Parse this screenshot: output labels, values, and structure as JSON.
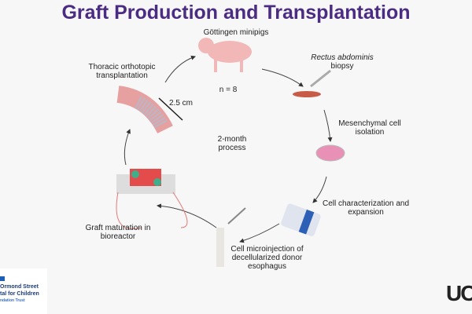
{
  "title": "Graft Production and Transplantation",
  "steps": {
    "pigs": "Göttingen minipigs",
    "n": "n = 8",
    "biopsy_italic": "Rectus abdominis",
    "biopsy": "biopsy",
    "isolation": "Mesenchymal cell isolation",
    "characterization": "Cell characterization and expansion",
    "microinjection": "Cell microinjection of decellularized donor esophagus",
    "maturation": "Graft maturation in bioreactor",
    "transplant": "Thoracic orthotopic transplantation",
    "length": "2.5 cm",
    "center": "2-month process"
  },
  "logos": {
    "gosh_line1": "Ormond Street",
    "gosh_line2": "tal for Children",
    "gosh_line3": "ndation Trust",
    "ucl": "UC"
  }
}
